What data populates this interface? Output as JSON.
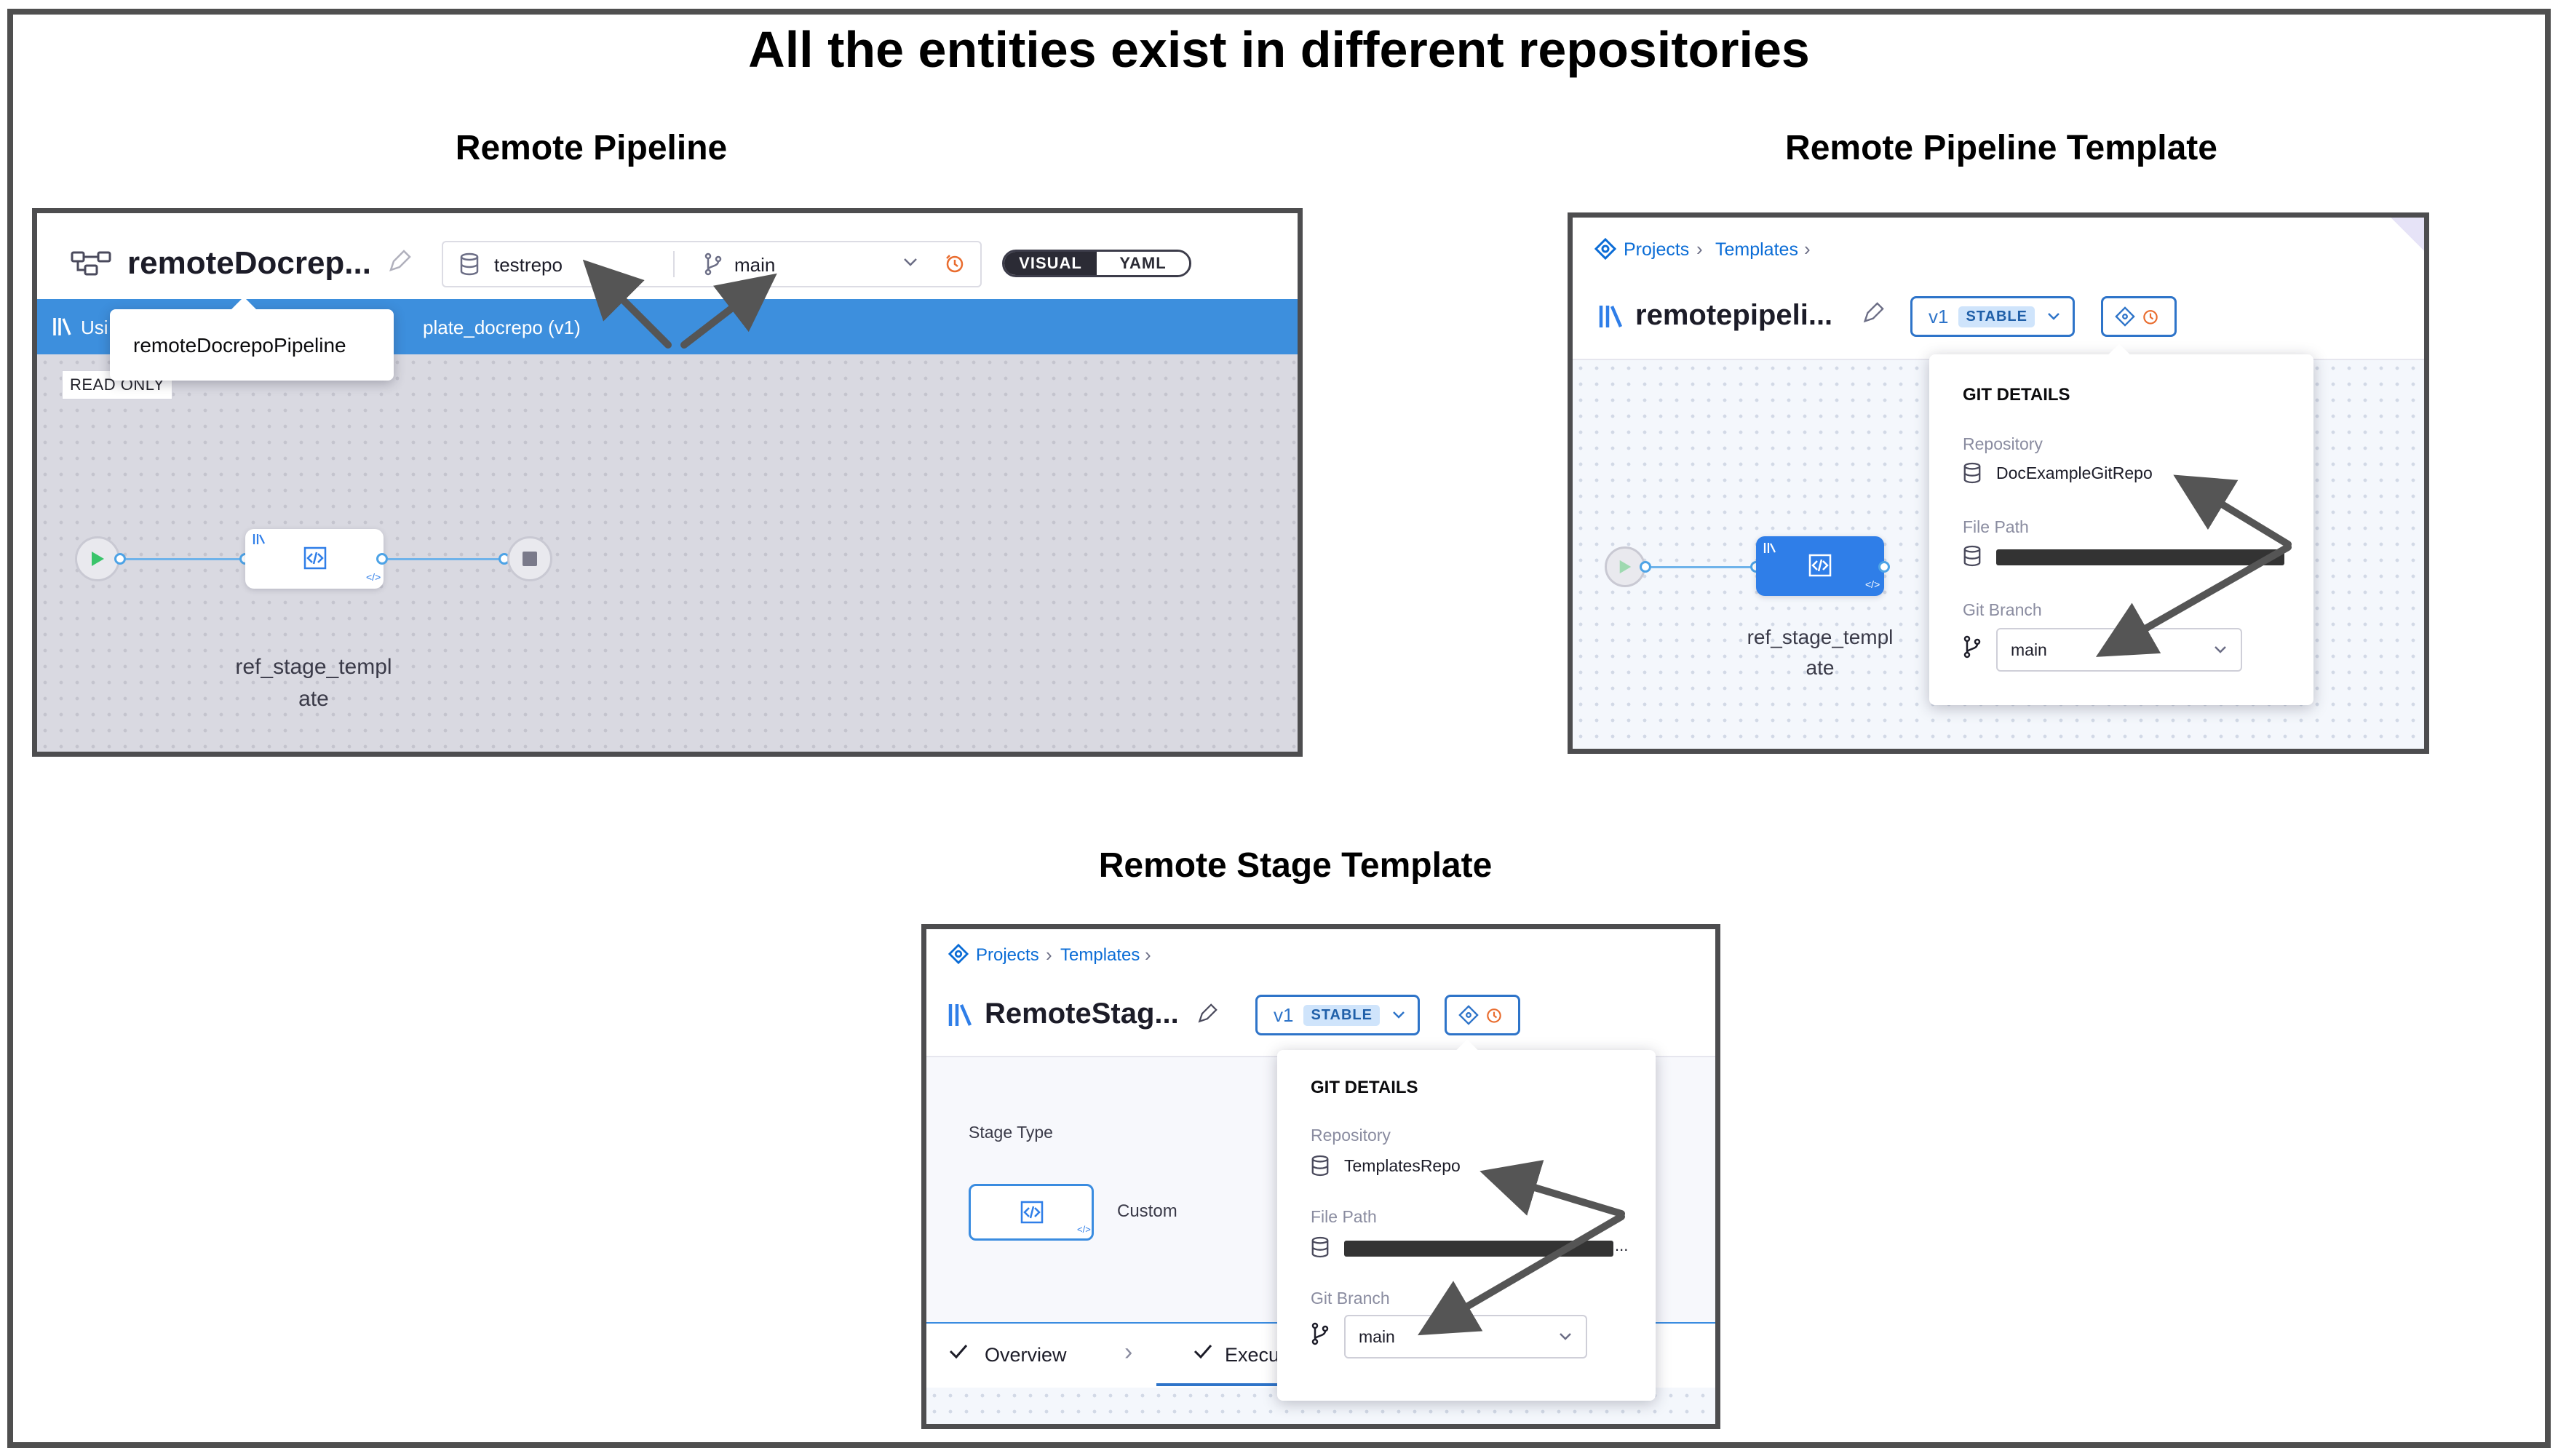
{
  "title": "All the entities exist in different repositories",
  "sections": {
    "pipeline_heading": "Remote Pipeline",
    "pipeline_template_heading": "Remote Pipeline Template",
    "stage_template_heading": "Remote Stage Template"
  },
  "remote_pipeline": {
    "name": "remoteDocrep...",
    "tooltip": "remoteDocrepoPipeline",
    "repo": "testrepo",
    "branch": "main",
    "toggle": {
      "visual": "VISUAL",
      "yaml": "YAML",
      "selected": "VISUAL"
    },
    "banner_prefix": "Usi",
    "banner_suffix": "plate_docrepo (v1)",
    "read_only": "READ ONLY",
    "stage_label_line1": "ref_stage_templ",
    "stage_label_line2": "ate"
  },
  "remote_pipeline_template": {
    "breadcrumbs": [
      "Projects",
      "Templates"
    ],
    "name": "remotepipeli...",
    "version": "v1",
    "badge": "STABLE",
    "git_details": {
      "title": "GIT DETAILS",
      "repository_label": "Repository",
      "repository": "DocExampleGitRepo",
      "file_path_label": "File Path",
      "branch_label": "Git Branch",
      "branch": "main"
    },
    "stage_label_line1": "ref_stage_templ",
    "stage_label_line2": "ate"
  },
  "remote_stage_template": {
    "breadcrumbs": [
      "Projects",
      "Templates"
    ],
    "name": "RemoteStag...",
    "version": "v1",
    "badge": "STABLE",
    "stage_type_label": "Stage Type",
    "stage_type": "Custom",
    "git_details": {
      "title": "GIT DETAILS",
      "repository_label": "Repository",
      "repository": "TemplatesRepo",
      "file_path_label": "File Path",
      "file_path_ellipsis": "...",
      "branch_label": "Git Branch",
      "branch": "main"
    },
    "tabs": [
      "Overview",
      "Execu"
    ]
  },
  "colors": {
    "brand_blue": "#0a6cd6",
    "banner_blue": "#3d8fdd",
    "stage_blue": "#2f7ee8",
    "arrow_grey": "#555555",
    "frame_grey": "#4f4f4f"
  }
}
